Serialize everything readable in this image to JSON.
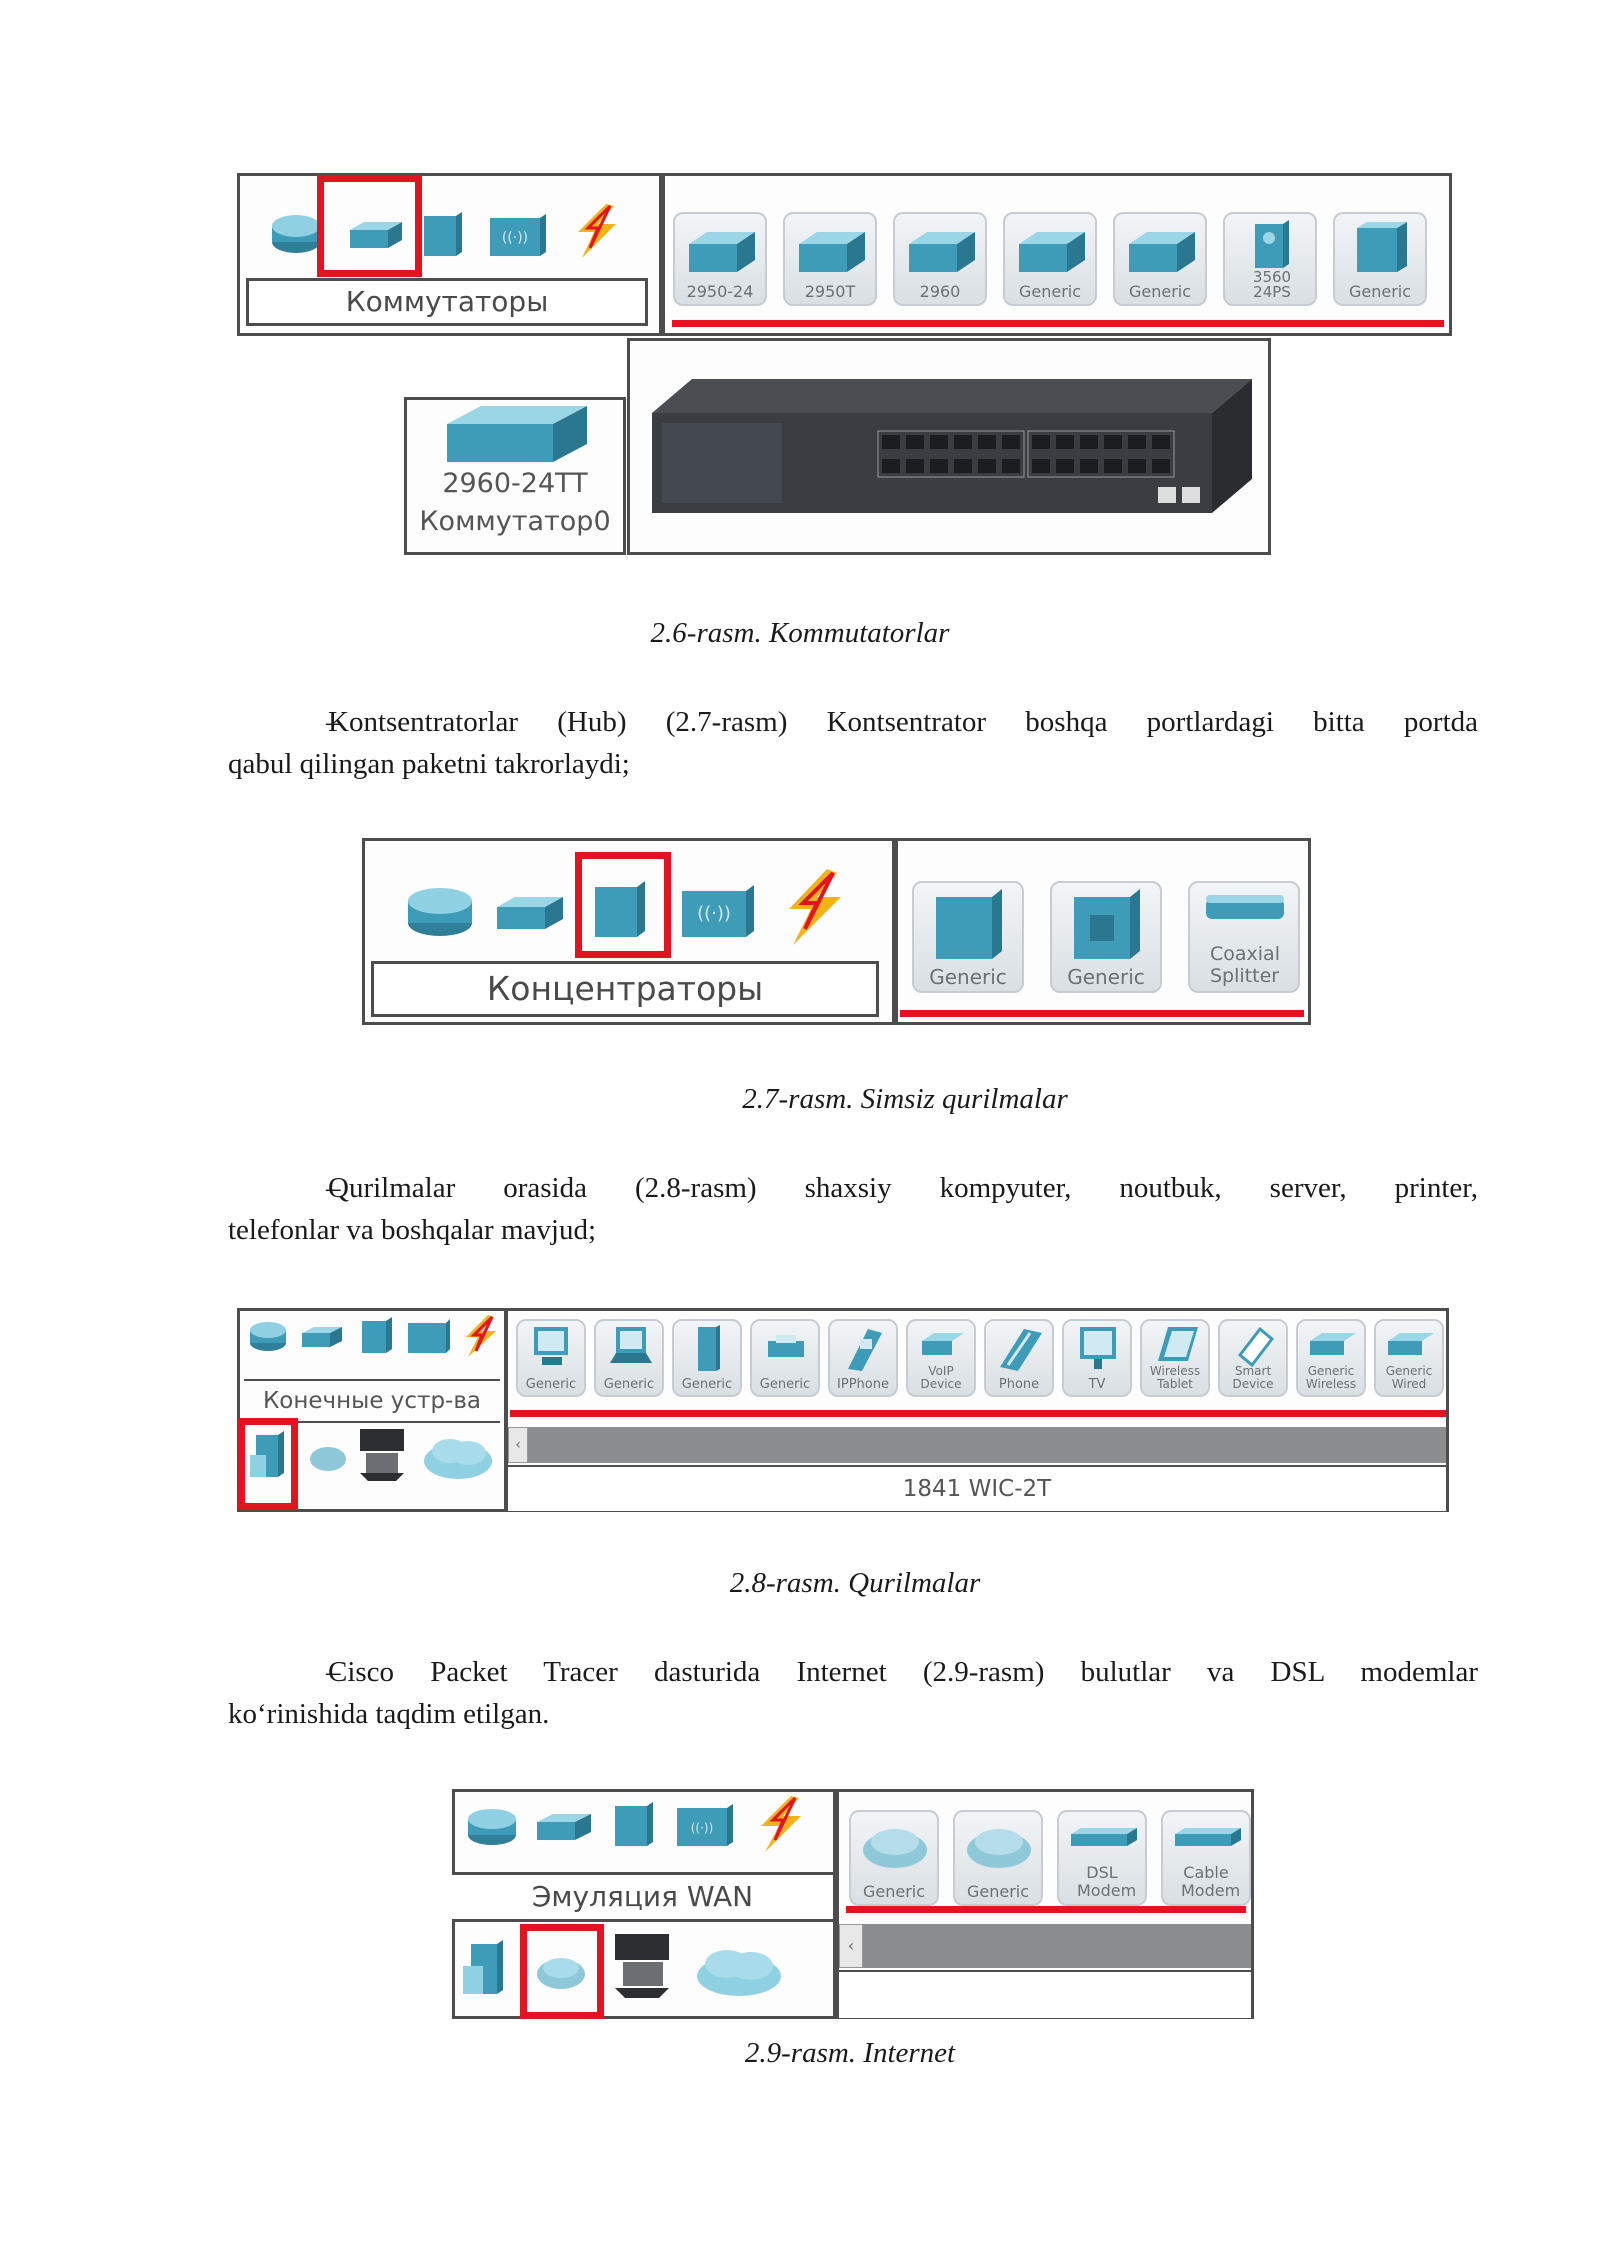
{
  "figure_2_6": {
    "category_label": "Коммутаторы",
    "devices": [
      "2950-24",
      "2950T",
      "2960",
      "Generic",
      "Generic",
      "3560 24PS",
      "Generic"
    ],
    "selected_model": "2960-24TT",
    "selected_name": "Коммутатор0",
    "caption": "2.6-rasm. Kommutatorlar"
  },
  "para_hub": {
    "dash": "–",
    "line1": "Kontsentratorlar (Hub) (2.7-rasm) Kontsentrator boshqa portlardagi bitta portda",
    "line2": "qabul qilingan paketni takrorlaydi;"
  },
  "figure_2_7": {
    "category_label": "Концентраторы",
    "devices": [
      "Generic",
      "Generic",
      "Coaxial Splitter"
    ],
    "caption": "2.7-rasm. Simsiz qurilmalar"
  },
  "para_devices": {
    "dash": "–",
    "line1": "Qurilmalar orasida (2.8-rasm) shaxsiy kompyuter, noutbuk, server, printer,",
    "line2": "telefonlar va boshqalar mavjud;"
  },
  "figure_2_8": {
    "category_label": "Конечные устр-ва",
    "devices": [
      "Generic",
      "Generic",
      "Generic",
      "Generic",
      "IPPhone",
      "VoIP Device",
      "Phone",
      "TV",
      "Wireless Tablet",
      "Smart Device",
      "Generic Wireless",
      "Generic Wired"
    ],
    "status_text": "1841 WIC-2T",
    "caption": "2.8-rasm. Qurilmalar"
  },
  "para_internet": {
    "dash": "–",
    "line1": "Cisco Packet Tracer dasturida Internet (2.9-rasm) bulutlar va DSL modemlar",
    "line2": "ko‘rinishida taqdim etilgan."
  },
  "figure_2_9": {
    "category_label": "Эмуляция WAN",
    "devices": [
      "Generic",
      "Generic",
      "DSL Modem",
      "Cable Modem"
    ],
    "caption": "2.9-rasm. Internet"
  },
  "colors": {
    "highlight": "#e2141f",
    "device_blue": "#3f9cb8",
    "panel_border": "#4d4d4d"
  }
}
